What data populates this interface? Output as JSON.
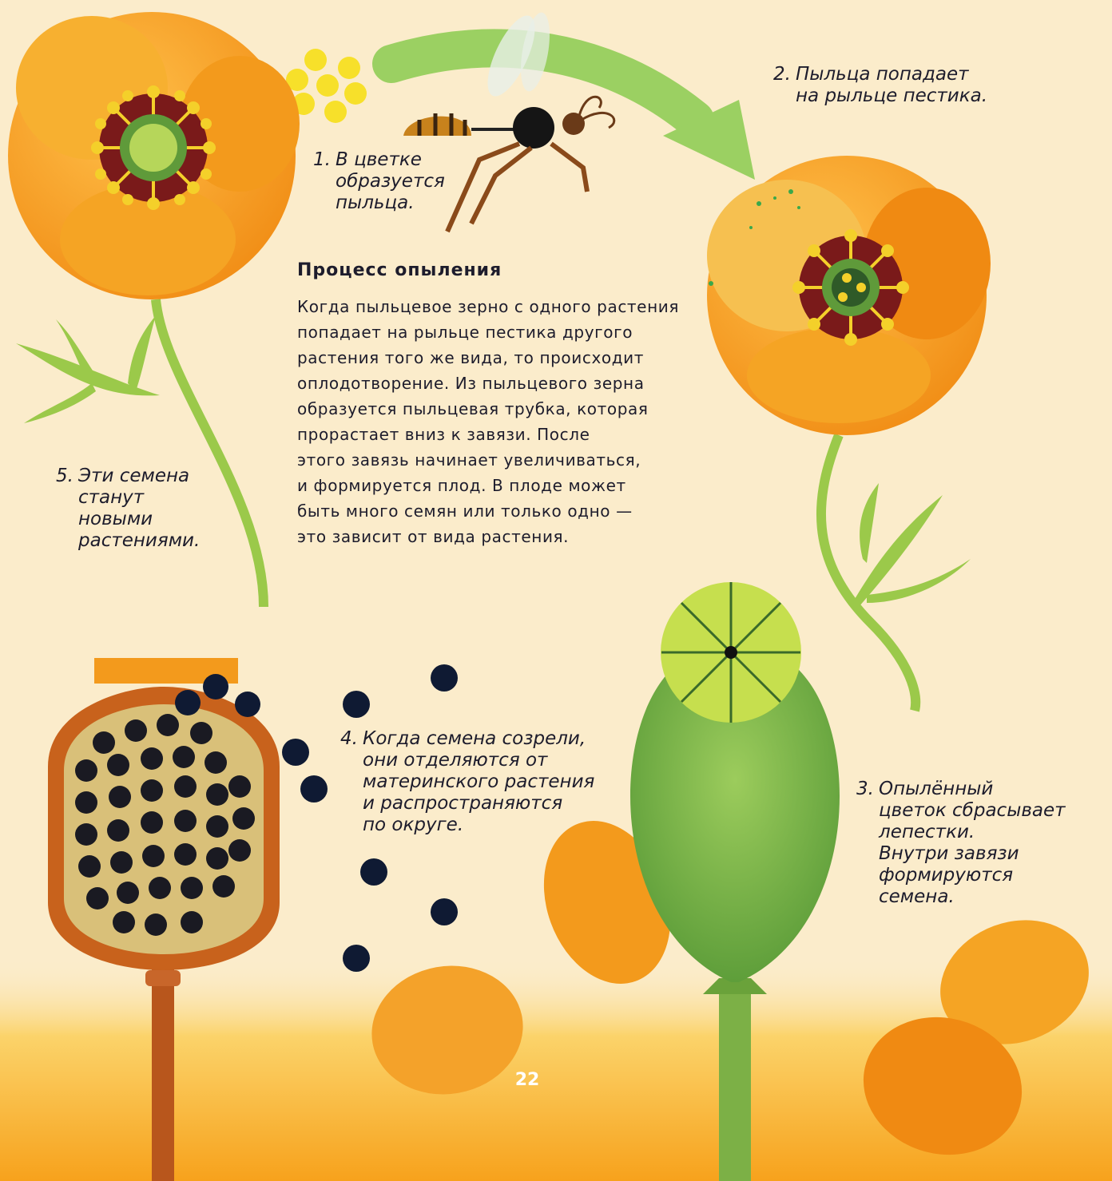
{
  "steps": [
    {
      "num": "1.",
      "text": "В цветке\nобразуется\nпыльца."
    },
    {
      "num": "2.",
      "text": "Пыльца попадает\nна рыльце пестика."
    },
    {
      "num": "3.",
      "text": "Опылённый\nцветок сбрасывает\nлепестки.\nВнутри завязи\nформируются\nсемена."
    },
    {
      "num": "4.",
      "text": "Когда семена созрели,\nони отделяются от\nматеринского растения\nи распространяются\nпо округе."
    },
    {
      "num": "5.",
      "text": "Эти семена\nстанут\nновыми\nрастениями."
    }
  ],
  "section": {
    "title": "Процесс опыления",
    "paragraph": "Когда пыльцевое зерно с одного растения\nпопадает на рыльце пестика другого\nрастения того же вида, то происходит\nоплодотворение. Из пыльцевого зерна\nобразуется пыльцевая трубка, которая\nпрорастает вниз к завязи. После\nэтого завязь начинает увеличиваться,\nи формируется плод. В плоде может\nбыть много семян или только одно —\nэто зависит от вида растения."
  },
  "page_number": "22",
  "colors": {
    "background": "#fbeccb",
    "petal": "#f5a020",
    "stem": "#9bc94a",
    "seed": "#0f1a33",
    "text": "#1d1c2c"
  }
}
